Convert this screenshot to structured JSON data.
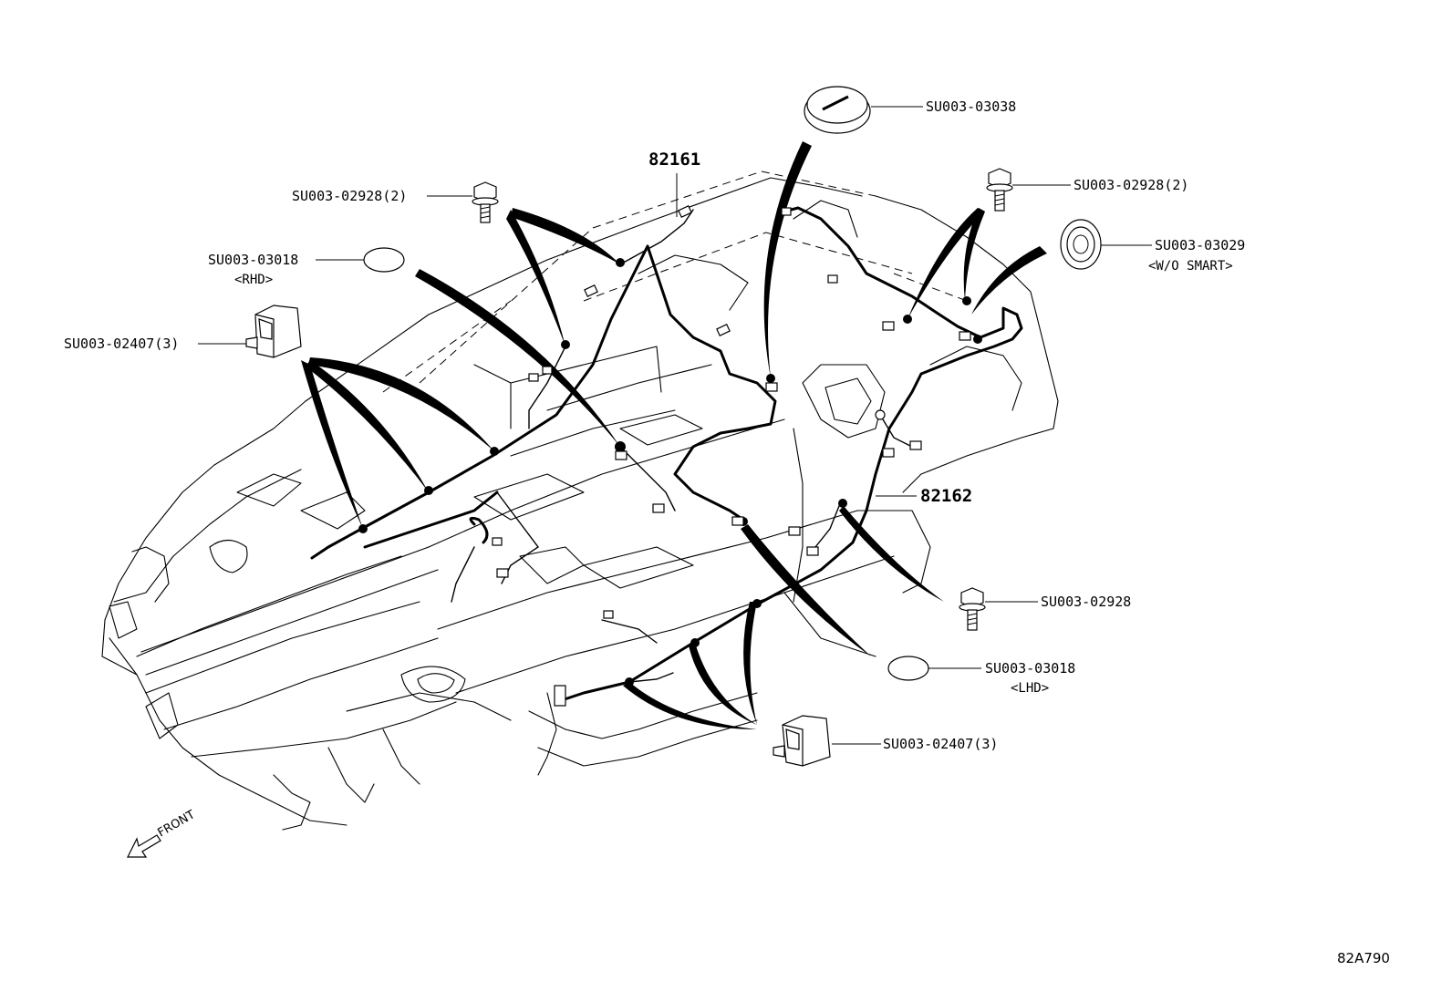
{
  "diagram": {
    "parts": {
      "harness_front": "82161",
      "harness_rear": "82162"
    },
    "callouts": {
      "plug_top": {
        "code": "SU003-03038"
      },
      "bolt_left": {
        "code": "SU003-02928",
        "qty": "(2)"
      },
      "bolt_right_top": {
        "code": "SU003-02928",
        "qty": "(2)"
      },
      "plug_rhd": {
        "code": "SU003-03018",
        "note": "<RHD>"
      },
      "plug_wo_smart": {
        "code": "SU003-03029",
        "note": "<W/O SMART>"
      },
      "clamp_left": {
        "code": "SU003-02407",
        "qty": "(3)"
      },
      "bolt_right_mid": {
        "code": "SU003-02928"
      },
      "plug_lhd": {
        "code": "SU003-03018",
        "note": "<LHD>"
      },
      "clamp_right": {
        "code": "SU003-02407",
        "qty": "(3)"
      }
    },
    "front_label": "FRONT",
    "reference": "82A790"
  },
  "icons": {
    "bolt": "hex-flange-bolt-icon",
    "plug": "grommet-plug-icon",
    "clamp": "harness-clamp-icon",
    "arrow": "front-arrow-icon"
  }
}
